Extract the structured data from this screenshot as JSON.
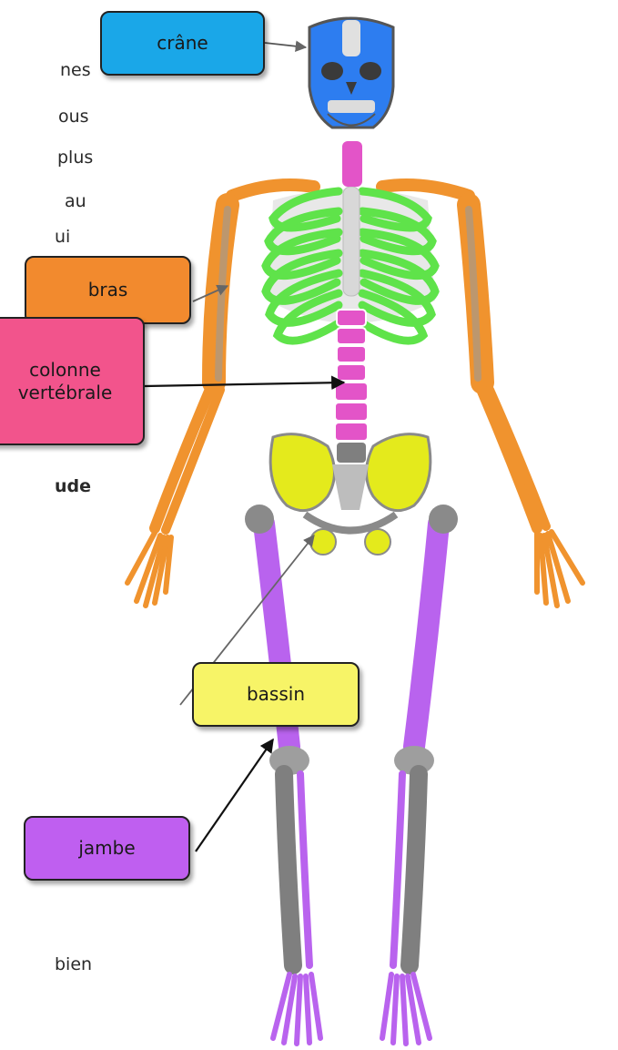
{
  "side_text": [
    "nes",
    "ous",
    "plus",
    "au",
    "ui",
    "ude",
    "bien"
  ],
  "labels": {
    "crane": "crâne",
    "bras": "bras",
    "colonne": [
      "colonne",
      "vertébrale"
    ],
    "bassin": "bassin",
    "jambe": "jambe"
  },
  "colors": {
    "crane": "#1aa7e8",
    "bras": "#f28a2e",
    "colonne": "#f2548c",
    "bassin": "#f7f467",
    "jambe": "#bf5ff0",
    "skull_bone": "#2d7df0",
    "ribs": "#5fe34a",
    "spine": "#e354c8",
    "pelvis": "#e4ea1c",
    "leg_bone": "#b963ee",
    "arm_bone": "#f0932e",
    "grey_bone": "#7f7f7f"
  }
}
